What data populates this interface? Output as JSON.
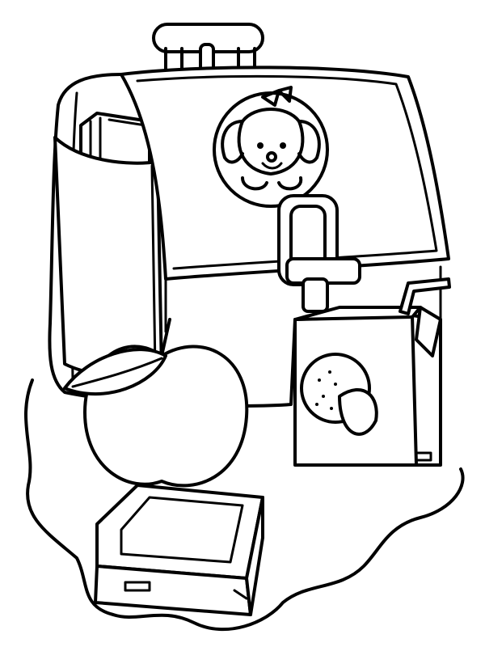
{
  "illustration": {
    "type": "coloring-page line art",
    "subjects": [
      "school-backpack",
      "puppy-badge",
      "apple",
      "juice-box",
      "lunch-box"
    ],
    "colors": {
      "line": "#000000",
      "background": "#ffffff"
    }
  }
}
